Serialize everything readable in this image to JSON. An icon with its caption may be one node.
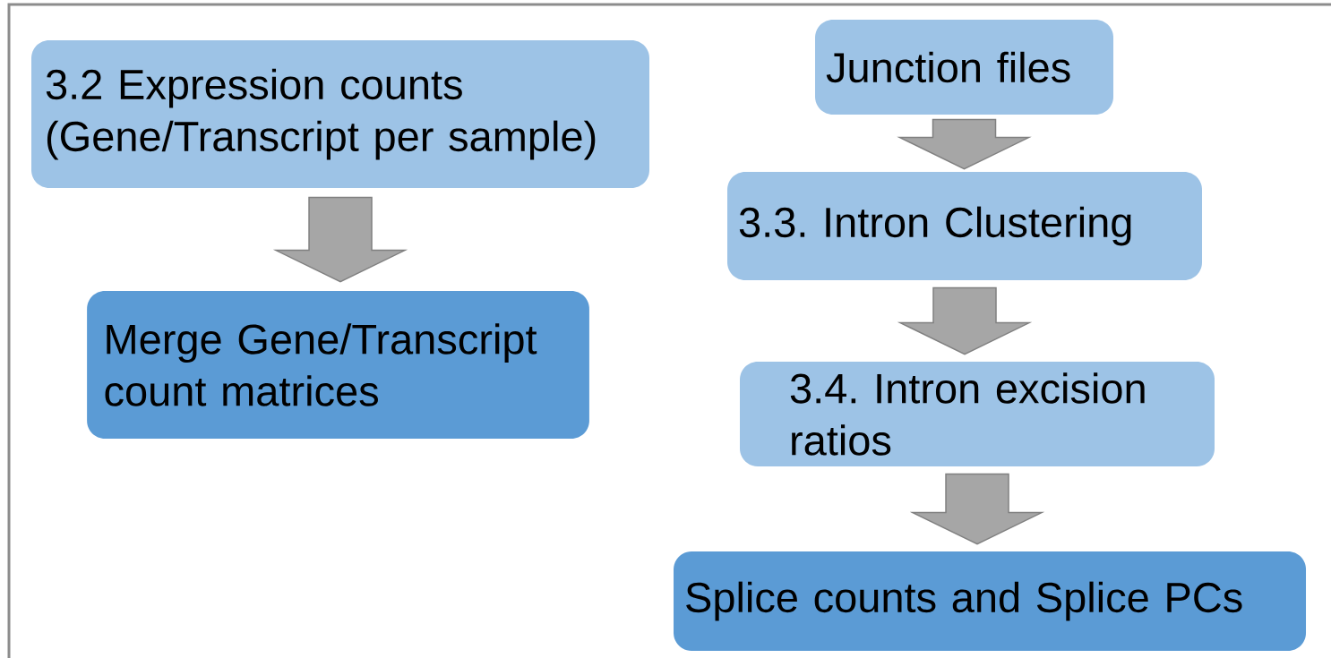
{
  "diagram": {
    "nodes": [
      {
        "text": [
          "3.2 Expression counts (Gene/Transcript per sample)"
        ]
      },
      {
        "text": [
          "Merge Gene/Transcript count matrices"
        ]
      },
      {
        "text": [
          "Junction files"
        ]
      },
      {
        "text": [
          "3.3. Intron Clustering"
        ]
      },
      {
        "text": [
          "3.4. Intron excision ratios"
        ]
      },
      {
        "text": [
          "Splice counts and Splice PCs"
        ]
      }
    ],
    "edges": [
      {
        "from": 0,
        "to": 1,
        "arrow": "to"
      },
      {
        "from": 2,
        "to": 3,
        "arrow": "to"
      },
      {
        "from": 3,
        "to": 4,
        "arrow": "to"
      },
      {
        "from": 4,
        "to": 5,
        "arrow": "to"
      }
    ]
  }
}
